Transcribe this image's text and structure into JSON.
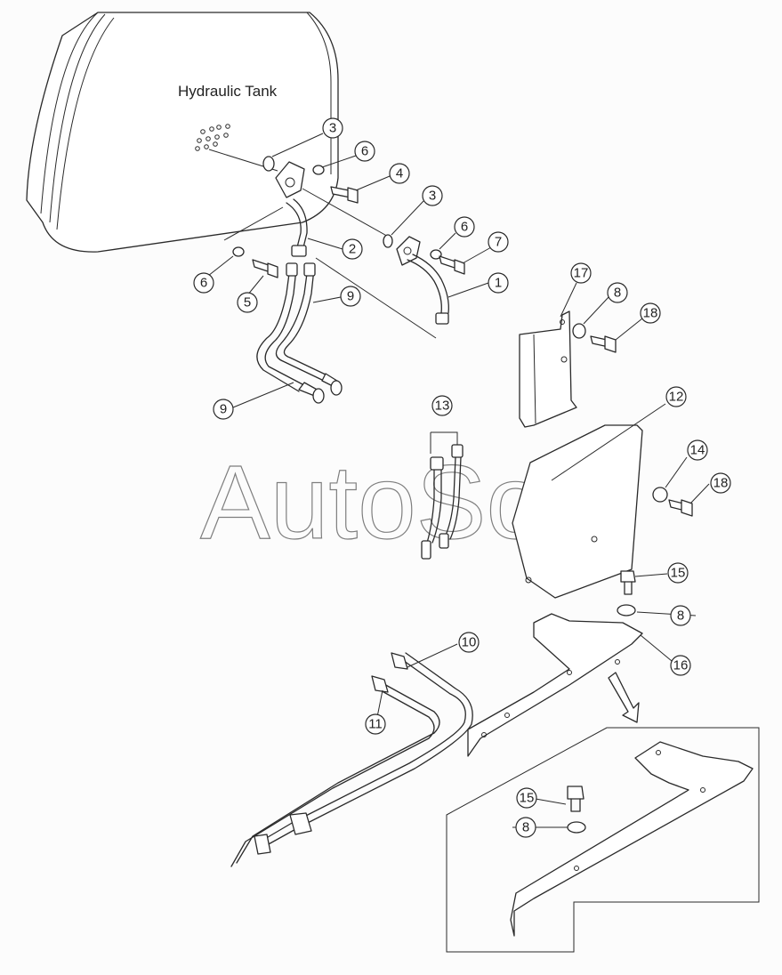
{
  "diagram": {
    "tank_label": "Hydraulic Tank",
    "watermark": "AutoSoft",
    "callouts": [
      {
        "id": "c1",
        "label": "1"
      },
      {
        "id": "c2",
        "label": "2"
      },
      {
        "id": "c3a",
        "label": "3"
      },
      {
        "id": "c3b",
        "label": "3"
      },
      {
        "id": "c4",
        "label": "4"
      },
      {
        "id": "c5",
        "label": "5"
      },
      {
        "id": "c6a",
        "label": "6"
      },
      {
        "id": "c6b",
        "label": "6"
      },
      {
        "id": "c6c",
        "label": "6"
      },
      {
        "id": "c7",
        "label": "7"
      },
      {
        "id": "c8a",
        "label": "8"
      },
      {
        "id": "c8b",
        "label": "8"
      },
      {
        "id": "c8c",
        "label": "8"
      },
      {
        "id": "c9a",
        "label": "9"
      },
      {
        "id": "c9b",
        "label": "9"
      },
      {
        "id": "c10",
        "label": "10"
      },
      {
        "id": "c11",
        "label": "11"
      },
      {
        "id": "c12",
        "label": "12"
      },
      {
        "id": "c13",
        "label": "13"
      },
      {
        "id": "c14",
        "label": "14"
      },
      {
        "id": "c15a",
        "label": "15"
      },
      {
        "id": "c15b",
        "label": "15"
      },
      {
        "id": "c16",
        "label": "16"
      },
      {
        "id": "c17",
        "label": "17"
      },
      {
        "id": "c18a",
        "label": "18"
      },
      {
        "id": "c18b",
        "label": "18"
      }
    ]
  }
}
